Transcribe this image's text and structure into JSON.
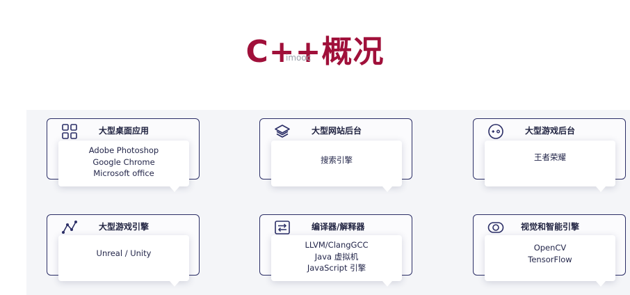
{
  "header": {
    "title": "C++概况",
    "watermark": "imooc"
  },
  "cards": [
    {
      "icon": "grid-apps-icon",
      "label": "大型桌面应用",
      "lines": [
        "Adobe Photoshop",
        "Google Chrome",
        "Microsoft office"
      ]
    },
    {
      "icon": "layers-icon",
      "label": "大型网站后台",
      "lines": [
        "搜索引擎"
      ]
    },
    {
      "icon": "gamepad-icon",
      "label": "大型游戏后台",
      "lines": [
        "王者荣耀"
      ]
    },
    {
      "icon": "graph-nodes-icon",
      "label": "大型游戏引擎",
      "lines": [
        "Unreal  /  Unity"
      ]
    },
    {
      "icon": "code-compile-icon",
      "label": "编译器/解释器",
      "lines": [
        "LLVM/ClangGCC",
        "Java 虚拟机",
        "JavaScript 引擎"
      ]
    },
    {
      "icon": "eye-vision-icon",
      "label": "视觉和智能引擎",
      "lines": [
        "OpenCV",
        "TensorFlow"
      ]
    }
  ],
  "colors": {
    "title": "#a0103a",
    "card_border": "#2b2e66",
    "text": "#1f2240",
    "panel": "#f4f5f8"
  }
}
